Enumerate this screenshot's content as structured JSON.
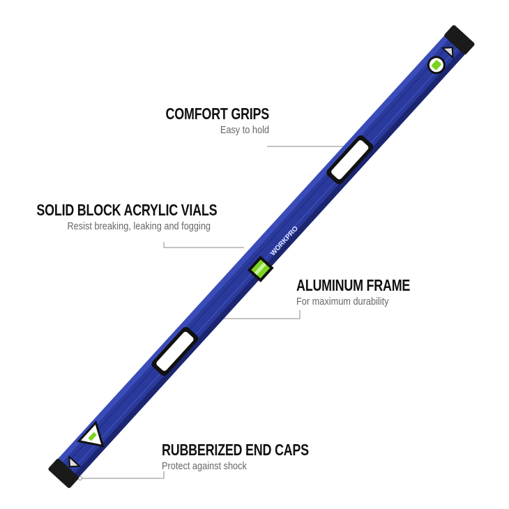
{
  "brand": "WORKPRO",
  "colors": {
    "frame": "#2a3a9c",
    "frame_dark": "#1c2670",
    "vial": "#7ed321",
    "caps": "#1a1a1a"
  },
  "callouts": [
    {
      "id": "comfort-grips",
      "title": "COMFORT GRIPS",
      "subtitle": "Easy to hold"
    },
    {
      "id": "acrylic-vials",
      "title": "SOLID BLOCK ACRYLIC VIALS",
      "subtitle": "Resist breaking, leaking and fogging"
    },
    {
      "id": "aluminum-frame",
      "title": "ALUMINUM FRAME",
      "subtitle": "For maximum durability"
    },
    {
      "id": "end-caps",
      "title": "RUBBERIZED END CAPS",
      "subtitle": "Protect against shock"
    }
  ]
}
